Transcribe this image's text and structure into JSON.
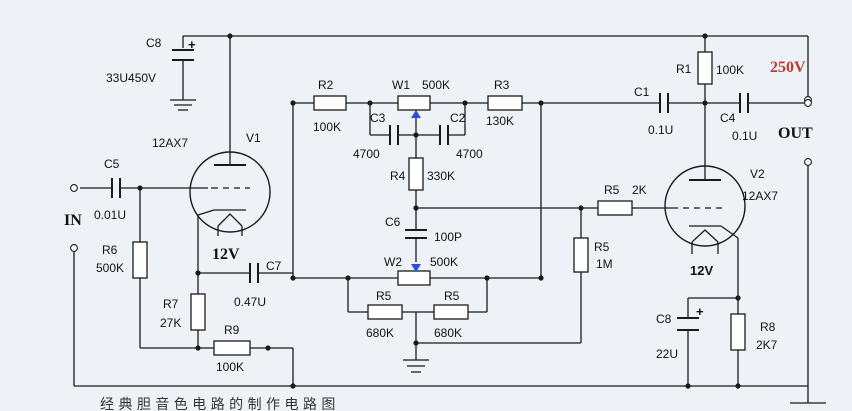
{
  "labels": {
    "c8_top": "C8",
    "c8_top_val": "33U450V",
    "v1": "V1",
    "v1_type": "12AX7",
    "v1_heater": "12V",
    "c5": "C5",
    "c5_val": "0.01U",
    "input": "IN",
    "r6": "R6",
    "r6_val": "500K",
    "r7": "R7",
    "r7_val": "27K",
    "r9": "R9",
    "r9_val": "100K",
    "c7": "C7",
    "c7_val": "0.47U",
    "r2": "R2",
    "r2_val": "100K",
    "w1": "W1",
    "w1_val": "500K",
    "r3": "R3",
    "r3_val": "130K",
    "c3": "C3",
    "c3_val": "4700",
    "c2": "C2",
    "c2_val": "4700",
    "r4": "R4",
    "r4_val": "330K",
    "c6": "C6",
    "c6_val": "100P",
    "w2": "W2",
    "w2_val": "500K",
    "r5a": "R5",
    "r5a_val": "680K",
    "r5b": "R5",
    "r5b_val": "680K",
    "r5c": "R5",
    "r5c_val": "1M",
    "r5d": "R5",
    "r5d_val": "2K",
    "c1": "C1",
    "c1_val": "0.1U",
    "c4": "C4",
    "c4_val": "0.1U",
    "r1": "R1",
    "r1_val": "100K",
    "supply": "250V",
    "output": "OUT",
    "v2": "V2",
    "v2_type": "12AX7",
    "v2_heater": "12V",
    "c8_bot": "C8",
    "c8_bot_val": "22U",
    "r8": "R8",
    "r8_val": "2K7",
    "caption": "经 典 胆 音 色 电 路 的 制 作 电 路 图"
  },
  "colors": {
    "supply": "#c0392b",
    "wire": "#1a1a1a",
    "background": "#eef2f7"
  }
}
